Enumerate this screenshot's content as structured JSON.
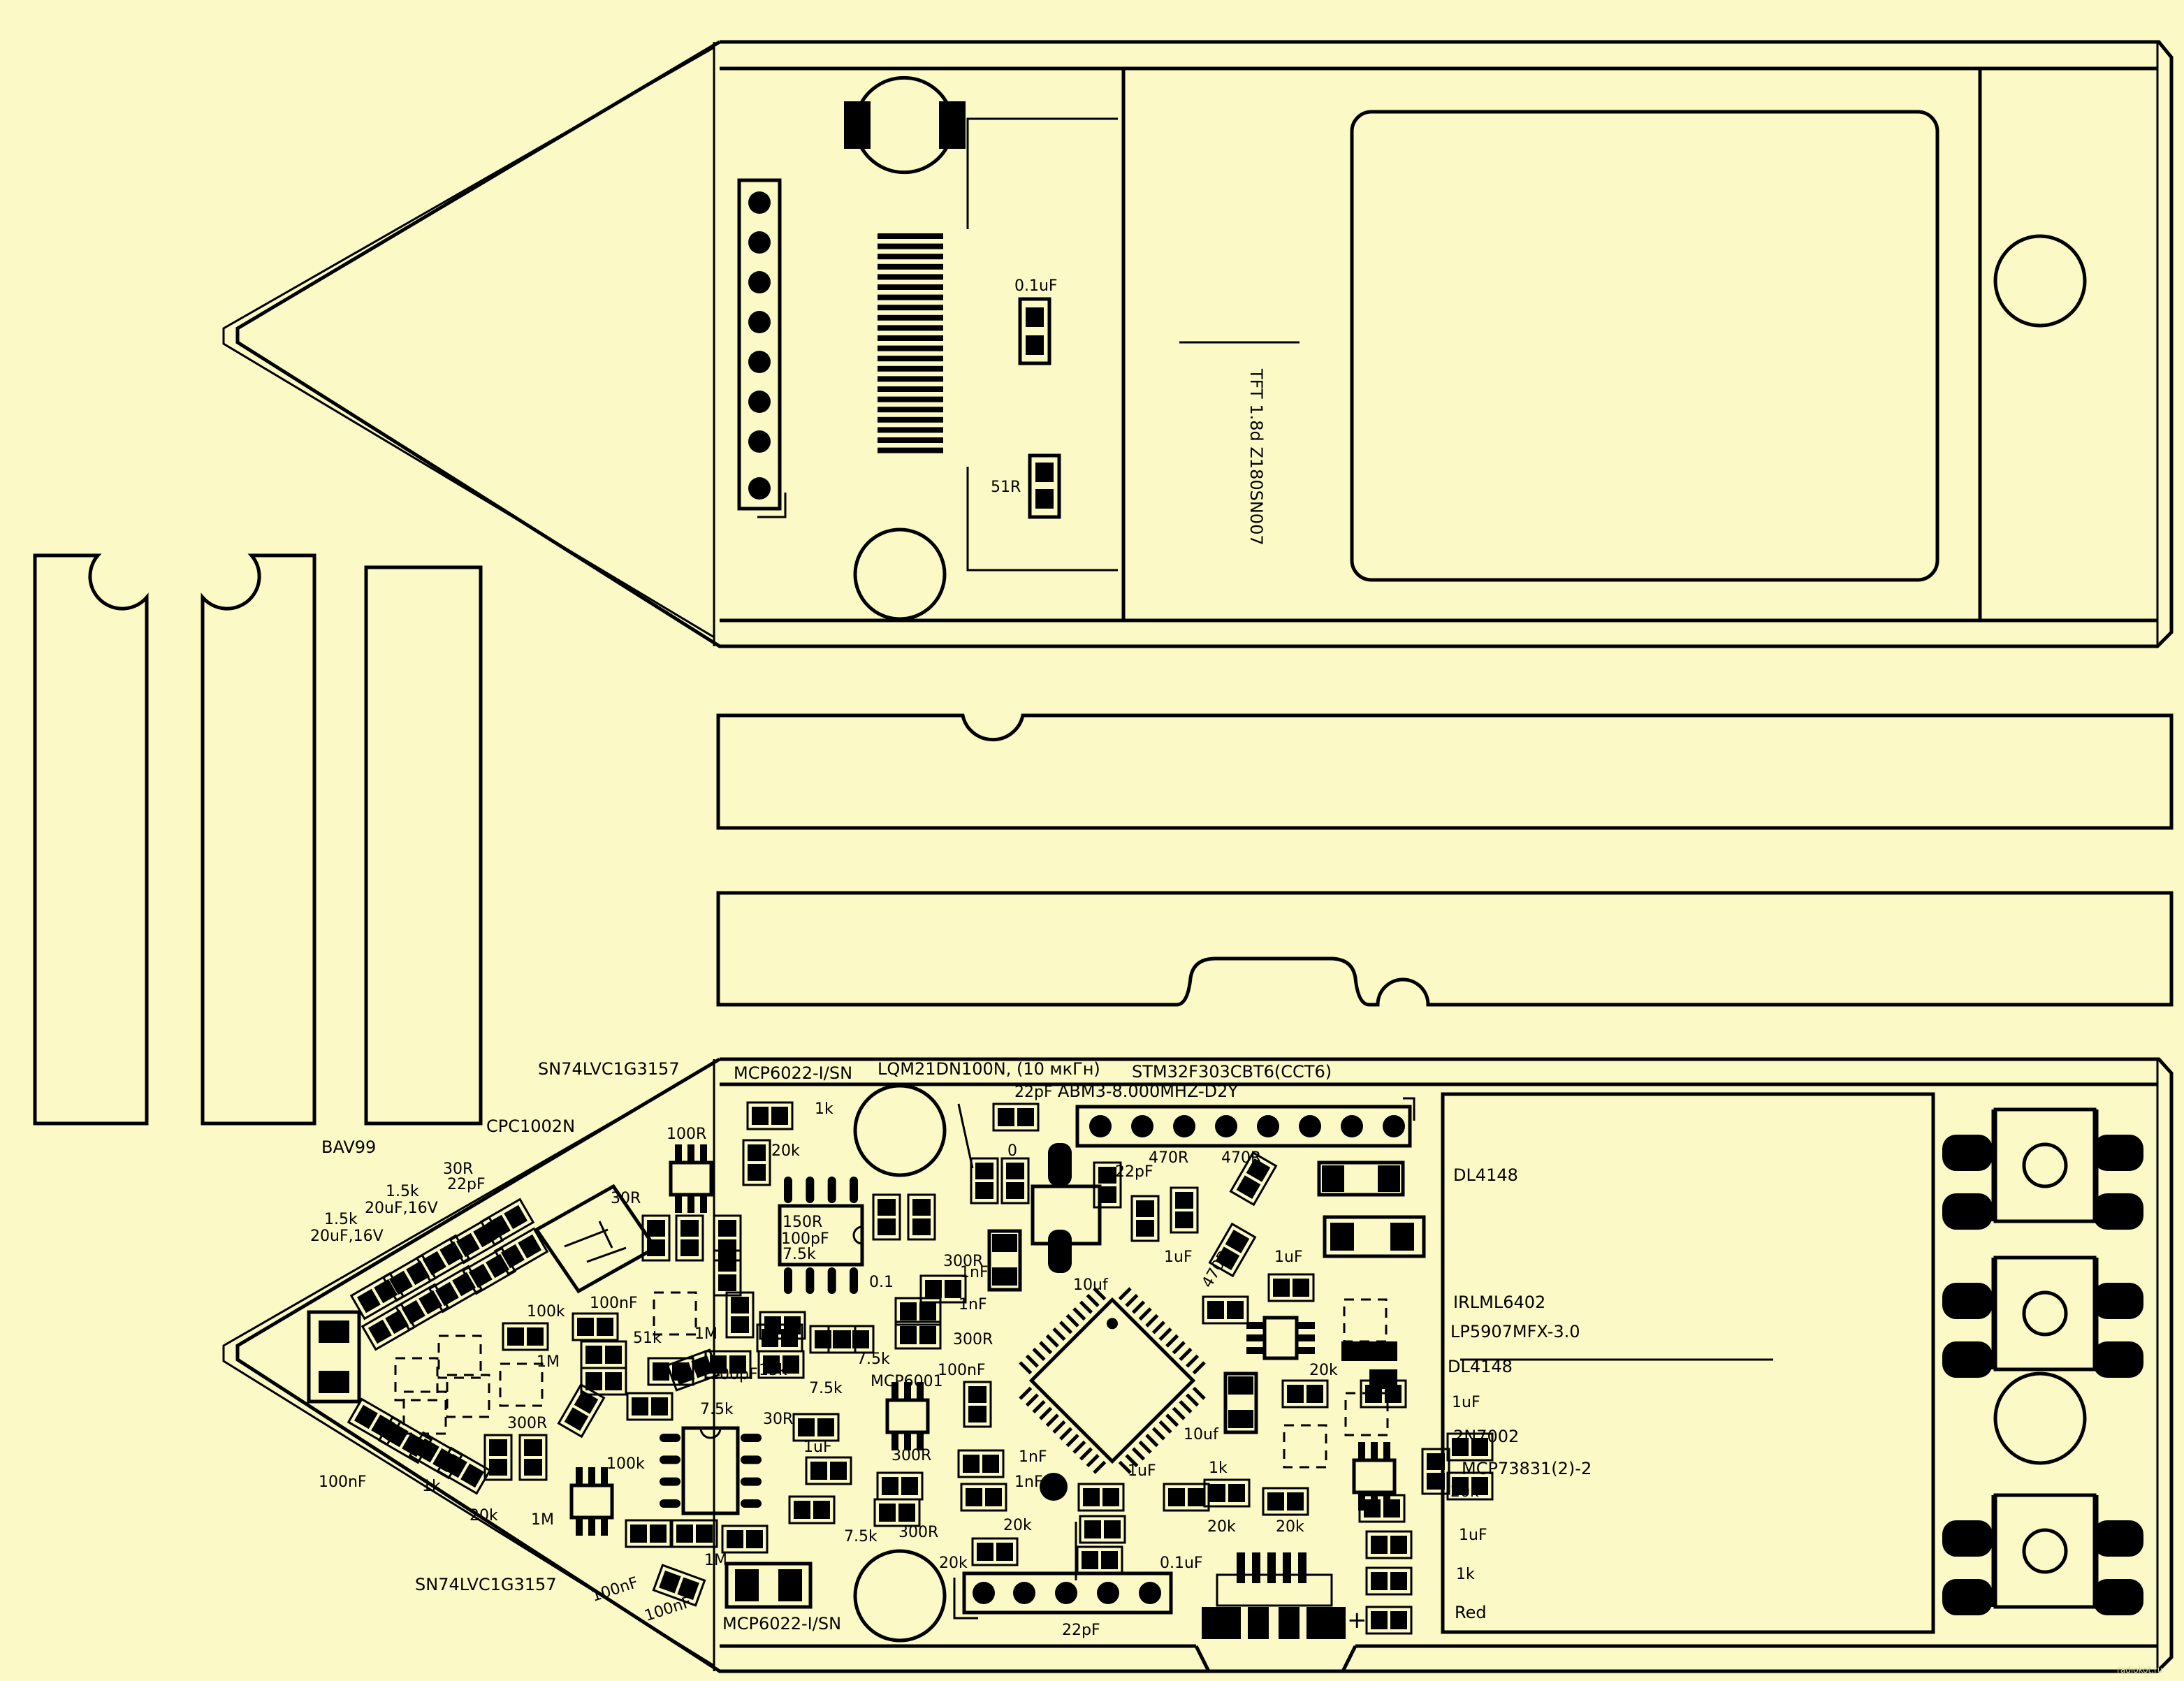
{
  "labels": {
    "l01": "0.1uF",
    "l02": "51R",
    "l03": "TFT 1.8d Z180SN007",
    "l04": "SN74LVC1G3157",
    "l05": "MCP6022-I/SN",
    "l06": "LQM21DN100N, (10 мкГн)",
    "l07": "STM32F303CBT6(CCT6)",
    "l08": "1k",
    "l09": "22pF",
    "l10": "ABM3-8.000MHZ-D2Y",
    "l11": "CPC1002N",
    "l12": "BAV99",
    "l13": "100R",
    "l14": "20k",
    "l15": "0",
    "l16": "470R",
    "l17": "470R",
    "l18": "22pF",
    "l19": "DL4148",
    "l20": "30R",
    "l21": "22pF",
    "l22": "1.5k",
    "l23": "20uF,16V",
    "l24": "1.5k",
    "l25": "20uF,16V",
    "l26": "30R",
    "l27": "150R",
    "l28": "100pF",
    "l29": "7.5k",
    "l30": "1uF",
    "l31": "470R",
    "l32": "1nF",
    "l33": "300R",
    "l34": "0.1",
    "l35": "1uF",
    "l36": "IRLML6402",
    "l37": "10uf",
    "l38": "100nF",
    "l39": "100k",
    "l40": "1nF",
    "l41": "51k",
    "l42": "1M",
    "l43": "LP5907MFX-3.0",
    "l44": "1M",
    "l45": "300R",
    "l46": "13k",
    "l47": "7.5k",
    "l48": "100pF",
    "l49": "100nF",
    "l50": "DL4148",
    "l51": "7.5k",
    "l52": "MCP6001",
    "l53": "20k",
    "l54": "1uF",
    "l55": "300R",
    "l56": "7.5k",
    "l57": "30R",
    "l58": "10uf",
    "l59": "2N7002",
    "l60": "1uF",
    "l61": "300R",
    "l62": "1nF",
    "l63": "1k",
    "l64": "1uF",
    "l65": "MCP73831(2)-2",
    "l66": "100k",
    "l67": "1nF",
    "l68": "20k",
    "l69": "100nF",
    "l70": "1k",
    "l71": "20k",
    "l72": "1M",
    "l73": "7.5k",
    "l74": "300R",
    "l75": "20k",
    "l76": "20k",
    "l77": "20k",
    "l78": "1uF",
    "l79": "1M",
    "l80": "20k",
    "l81": "0.1uF",
    "l82": "1k",
    "l83": "SN74LVC1G3157",
    "l84": "100nF",
    "l85": "100nF",
    "l86": "MCP6022-I/SN",
    "l87": "22pF",
    "l88": "+",
    "l89": "Red",
    "l90": "radiokot.ru"
  }
}
